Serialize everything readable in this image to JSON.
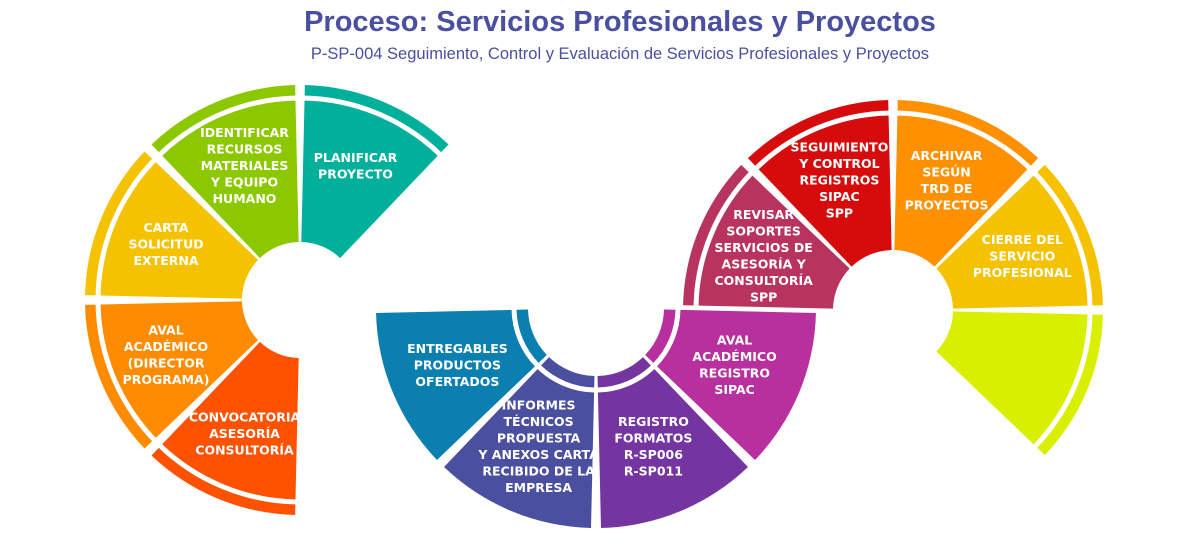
{
  "header": {
    "title": "Proceso: Servicios Profesionales y Proyectos",
    "subtitle": "P-SP-004 Seguimiento, Control y Evaluación de Servicios Profesionales y Proyectos"
  },
  "steps": [
    {
      "lines": [
        "CONVOCATORIA",
        "ASESORÍA",
        "CONSULTORÍA"
      ],
      "color": "#ff5200"
    },
    {
      "lines": [
        "AVAL",
        "ACADÉMICO",
        "(DIRECTOR",
        "PROGRAMA)"
      ],
      "color": "#ff8c00"
    },
    {
      "lines": [
        "CARTA",
        "SOLICITUD",
        "EXTERNA"
      ],
      "color": "#f5c200"
    },
    {
      "lines": [
        "IDENTIFICAR",
        "RECURSOS",
        "MATERIALES",
        "Y EQUIPO",
        "HUMANO"
      ],
      "color": "#8cc800"
    },
    {
      "lines": [
        "PLANIFICAR",
        "PROYECTO"
      ],
      "color": "#00b09a"
    },
    {
      "lines": [
        "ENTREGABLES",
        "PRODUCTOS",
        "OFERTADOS"
      ],
      "color": "#0a7fb0"
    },
    {
      "lines": [
        "INFORMES",
        "TÉCNICOS",
        "PROPUESTA",
        "Y ANEXOS CARTA",
        "RECIBIDO DE LA",
        "EMPRESA"
      ],
      "color": "#4a4fa0"
    },
    {
      "lines": [
        "REGISTRO",
        "FORMATOS",
        "R-SP006",
        "R-SP011"
      ],
      "color": "#7535a0"
    },
    {
      "lines": [
        "AVAL",
        "ACADÉMICO",
        "REGISTRO",
        "SIPAC"
      ],
      "color": "#b8309e"
    },
    {
      "lines": [
        "REVISAR",
        "SOPORTES",
        "SERVICIOS DE",
        "ASESORÍA Y",
        "CONSULTORÍA",
        "SPP"
      ],
      "color": "#b8345e"
    },
    {
      "lines": [
        "SEGUIMIENTO",
        "Y CONTROL",
        "REGISTROS",
        "SIPAC",
        "SPP"
      ],
      "color": "#d60c0c"
    },
    {
      "lines": [
        "ARCHIVAR",
        "SEGÚN",
        "TRD DE",
        "PROYECTOS"
      ],
      "color": "#ff9000"
    },
    {
      "lines": [
        "CIERRE DEL",
        "SERVICIO",
        "PROFESIONAL"
      ],
      "color": "#f5c200"
    },
    {
      "lines": [],
      "color": "#d8f000"
    }
  ]
}
